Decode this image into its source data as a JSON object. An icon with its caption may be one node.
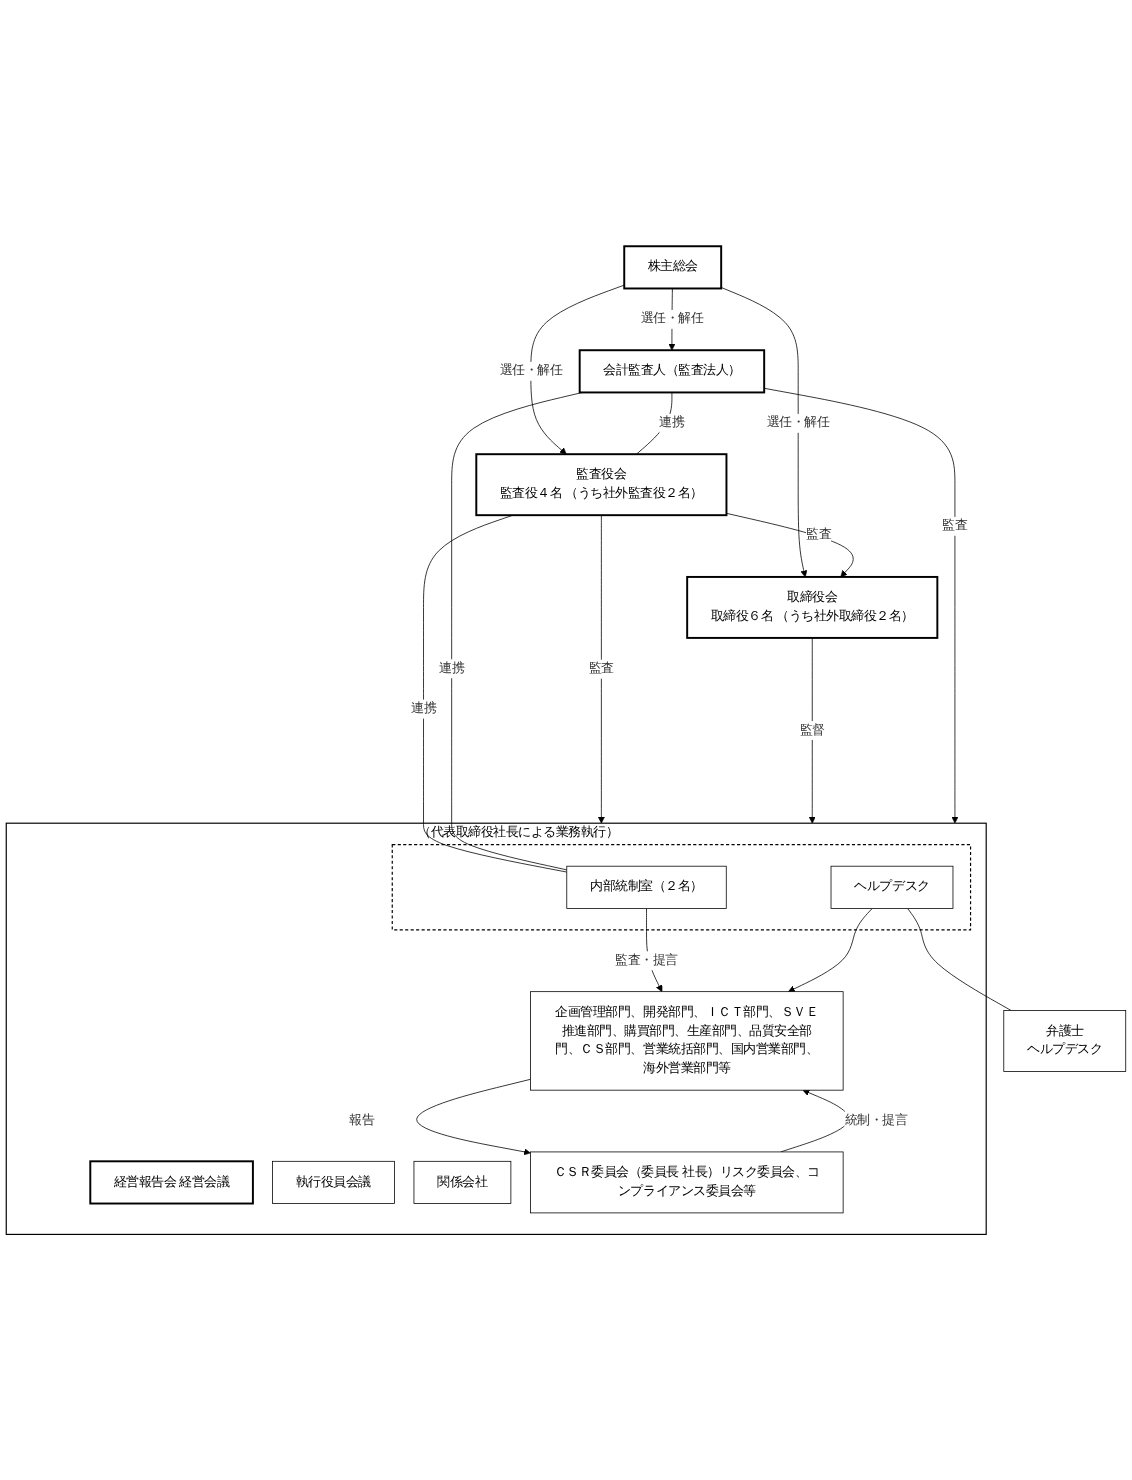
{
  "diagram": {
    "nodes": [
      {
        "text": [
          "株主総会"
        ]
      },
      {
        "text": [
          "会計監査人（監査法人）"
        ]
      },
      {
        "text": [
          "監査役会",
          "監査役４名 （うち社外監査役２名）"
        ]
      },
      {
        "text": [
          "取締役会",
          "取締役６名 （うち社外取締役２名）"
        ]
      },
      {
        "text": [
          "（代表取締役社長による業務執行）"
        ]
      },
      {
        "text": [
          "経営報告会 経営会議"
        ],
        "in": 4
      },
      {
        "text": [
          "執行役員会議"
        ],
        "in": 4
      },
      {
        "text": [],
        "shape": "box",
        "in": 4
      },
      {
        "text": [
          "内部統制室（２名）"
        ],
        "in": 7
      },
      {
        "text": [
          "ヘルプデスク"
        ],
        "in": 7
      },
      {
        "text": [
          "企画管理部門、開発部門、ＩＣＴ部門、ＳＶＥ推進部門、購買部門、生産部門、品質安全部門、ＣＳ部門、営業統括部門、国内営業部門、海外営業部門等"
        ],
        "in": 4
      },
      {
        "text": [
          "関係会社"
        ],
        "in": 4
      },
      {
        "text": [
          "ＣＳＲ委員会（委員長 社長）リスク委員会、コンプライアンス委員会等"
        ],
        "in": 4
      },
      {
        "text": [
          "弁護士",
          "ヘルプデスク"
        ]
      }
    ],
    "edges": [
      {
        "from": 0,
        "to": 1,
        "arrow": "to",
        "label": "選任・解任"
      },
      {
        "from": 0,
        "to": 2,
        "arrow": "to",
        "label": "選任・解任"
      },
      {
        "from": 0,
        "to": 3,
        "arrow": "to",
        "label": "選任・解任"
      },
      {
        "from": 1,
        "to": 2,
        "arrow": "none",
        "label": "連携"
      },
      {
        "from": 2,
        "to": 3,
        "arrow": "to",
        "label": "監査"
      },
      {
        "from": 2,
        "to": 4,
        "arrow": "to",
        "label": "監査"
      },
      {
        "from": 3,
        "to": 4,
        "arrow": "to",
        "label": "監督"
      },
      {
        "from": 2,
        "to": 8,
        "arrow": "none",
        "label": "連携"
      },
      {
        "from": 1,
        "to": 4,
        "arrow": "to",
        "label": "監査"
      },
      {
        "from": 1,
        "to": 8,
        "arrow": "none",
        "label": "連携"
      },
      {
        "from": 8,
        "to": 10,
        "arrow": "to",
        "label": "監査・提言"
      },
      {
        "from": 9,
        "to": 10,
        "arrow": "to"
      },
      {
        "from": 12,
        "to": 10,
        "arrow": "to",
        "label": "統制・提言"
      },
      {
        "from": 10,
        "to": 12,
        "arrow": "to",
        "label": "報告"
      },
      {
        "from": 9,
        "to": 13,
        "arrow": "none"
      }
    ]
  }
}
